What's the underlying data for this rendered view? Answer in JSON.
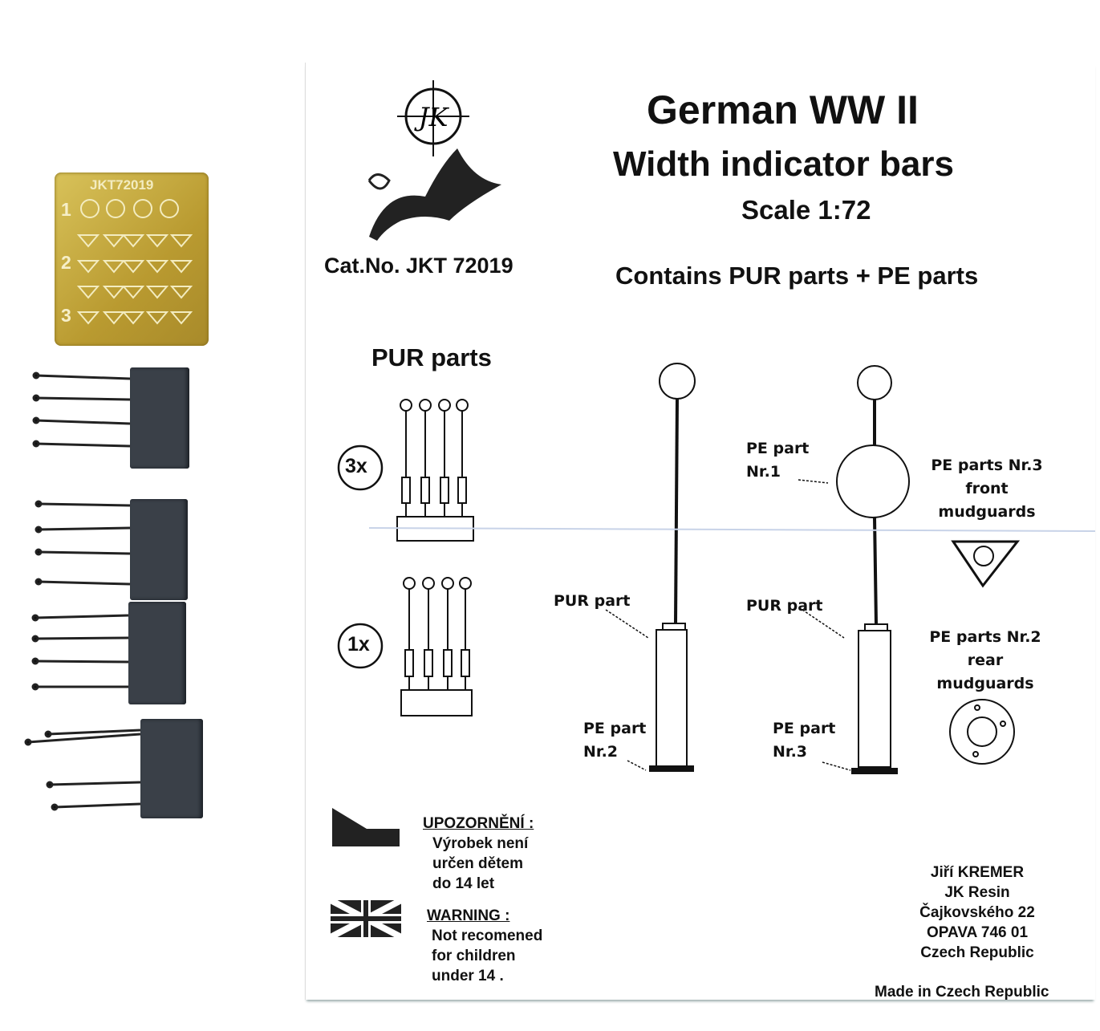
{
  "header": {
    "title_line1": "German WW II",
    "title_line2": "Width  indicator bars",
    "scale": "Scale 1:72",
    "contents": "Contains PUR parts + PE parts",
    "catalog_number": "Cat.No. JKT 72019",
    "logo_text": "JK"
  },
  "fret": {
    "label": "JKT72019",
    "rows": [
      "1",
      "2",
      "3"
    ]
  },
  "pur_section": {
    "title": "PUR parts",
    "qty_a": "3x",
    "qty_b": "1x"
  },
  "diagram_labels": {
    "pur_part_left": "PUR part",
    "pe_part_nr2_a": "PE part",
    "pe_part_nr2_b": "Nr.2",
    "pe_part_nr1_a": "PE part",
    "pe_part_nr1_b": "Nr.1",
    "pur_part_right": "PUR part",
    "pe_part_nr3_a": "PE part",
    "pe_part_nr3_b": "Nr.3",
    "front_a": "PE parts Nr.3",
    "front_b": "front",
    "front_c": "mudguards",
    "rear_a": "PE parts Nr.2",
    "rear_b": "rear",
    "rear_c": "mudguards"
  },
  "warning_cz": {
    "heading": "UPOZORNĚNÍ :",
    "l1": "Výrobek není",
    "l2": "určen dětem",
    "l3": "do 14 let"
  },
  "warning_en": {
    "heading": "WARNING :",
    "l1": "Not recomened",
    "l2": "for children",
    "l3": "under 14 ."
  },
  "address": {
    "l1": "Jiří  KREMER",
    "l2": "JK Resin",
    "l3": "Čajkovského 22",
    "l4": "OPAVA   746 01",
    "l5": "Czech Republic"
  },
  "footer": {
    "made_in": "Made in Czech Republic"
  }
}
